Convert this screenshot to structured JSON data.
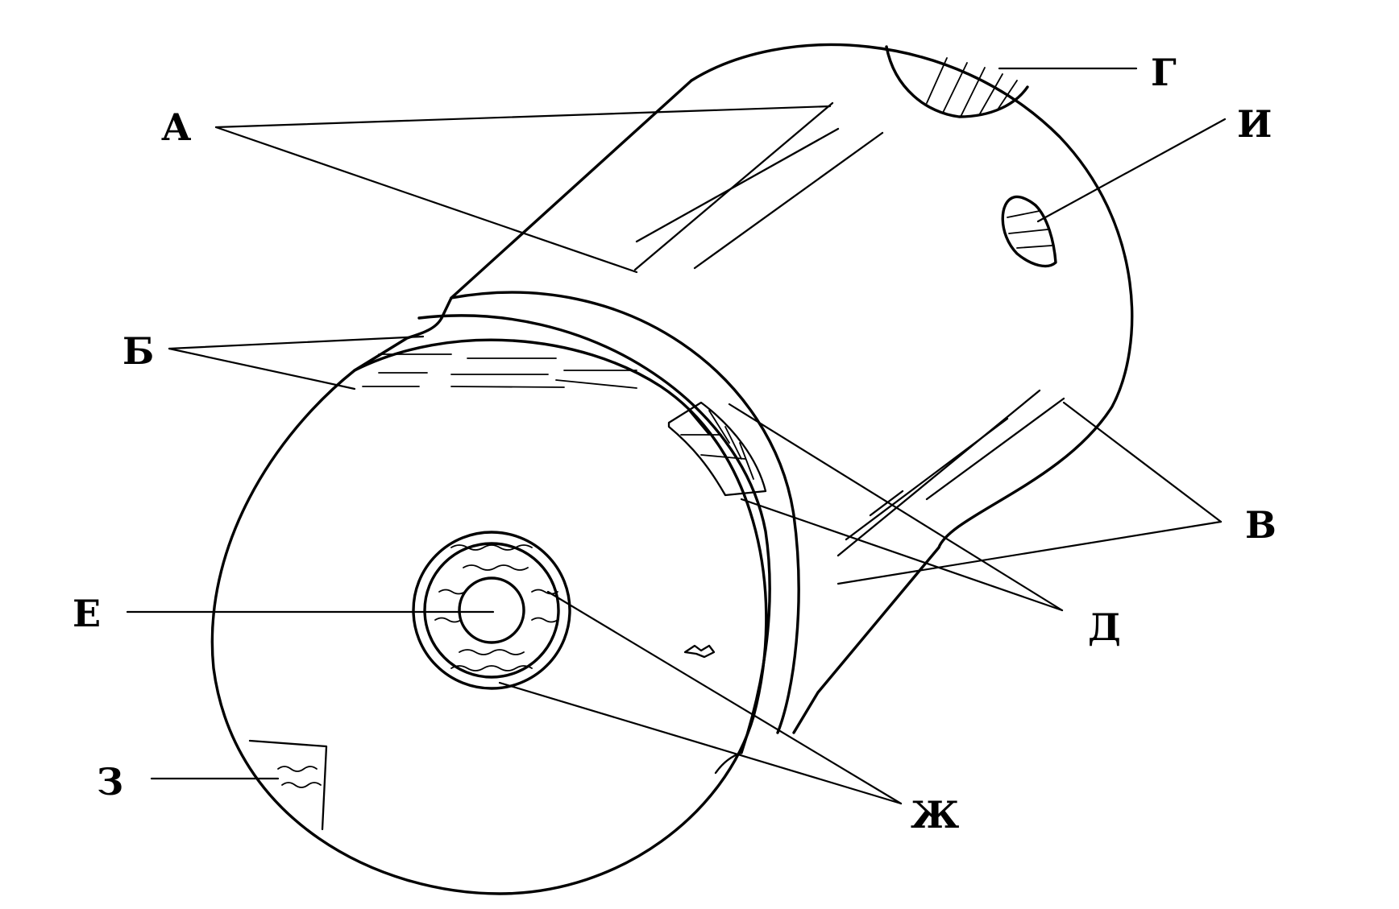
{
  "diagram": {
    "labels": {
      "A": "А",
      "B": "Б",
      "V": "В",
      "G": "Г",
      "D": "Д",
      "E": "Е",
      "Zh": "Ж",
      "Z": "З",
      "I": "И"
    }
  }
}
